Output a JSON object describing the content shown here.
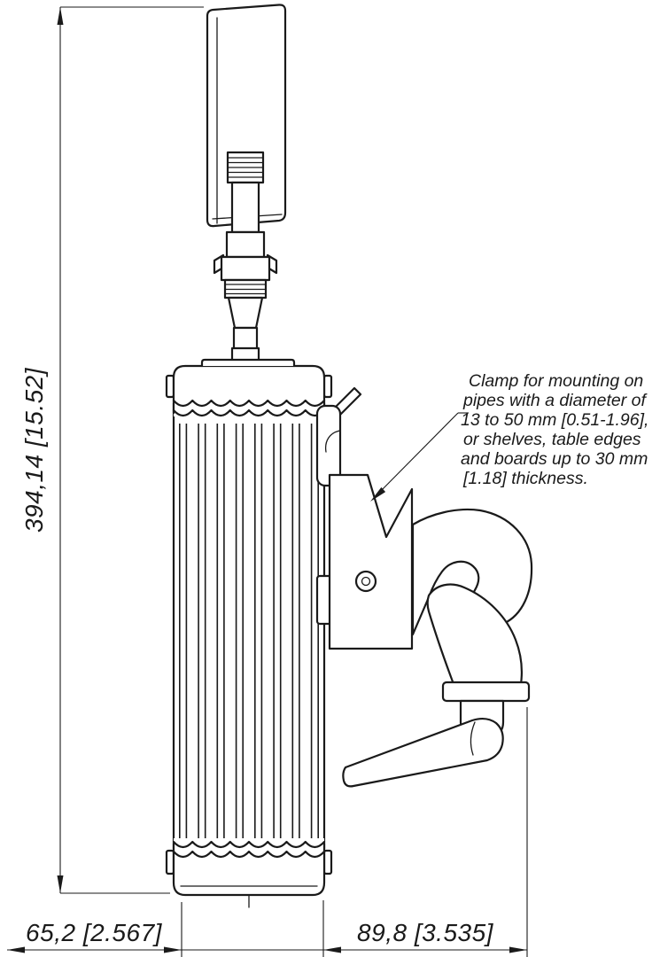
{
  "annotation": {
    "leader_note_lines": [
      "Clamp for mounting on",
      "pipes with a diameter of",
      "13 to 50 mm [0.51-1.96],",
      "or shelves, table edges",
      "and boards up to 30 mm",
      "[1.18] thickness."
    ]
  },
  "dimensions": {
    "overall_height": "394,14 [15.52]",
    "bottom_left_width": "65,2 [2.567]",
    "bottom_right_width": "89,8 [3.535]"
  },
  "colors": {
    "ink": "#1a1a1a",
    "paper": "#ffffff"
  }
}
